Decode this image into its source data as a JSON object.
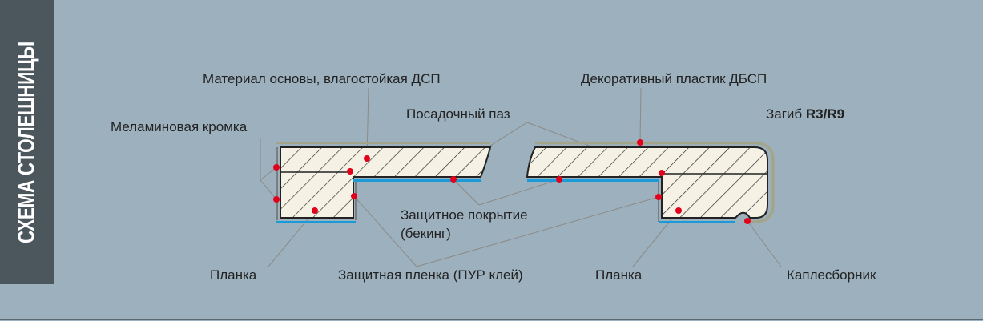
{
  "title": "СХЕМА СТОЛЕШНИЦЫ",
  "labels": {
    "base_material": "Материал основы, влагостойкая ДСП",
    "decorative_plastic": "Декоративный пластик ДБСП",
    "groove": "Посадочный паз",
    "bend_prefix": "Загиб",
    "bend_value": "R3/R9",
    "melamine_edge": "Меламиновая кромка",
    "backing_line1": "Защитное покрытие",
    "backing_line2": "(бекинг)",
    "plank_left": "Планка",
    "pur_film": "Защитная пленка (ПУР клей)",
    "plank_right": "Планка",
    "drip": "Каплесборник"
  },
  "colors": {
    "background": "#9db0be",
    "sidebar": "#4b565d",
    "board_fill": "#f5f1e4",
    "plastic": "#a3a58a",
    "backing": "#1a9ad8",
    "marker": "#e3001b"
  }
}
